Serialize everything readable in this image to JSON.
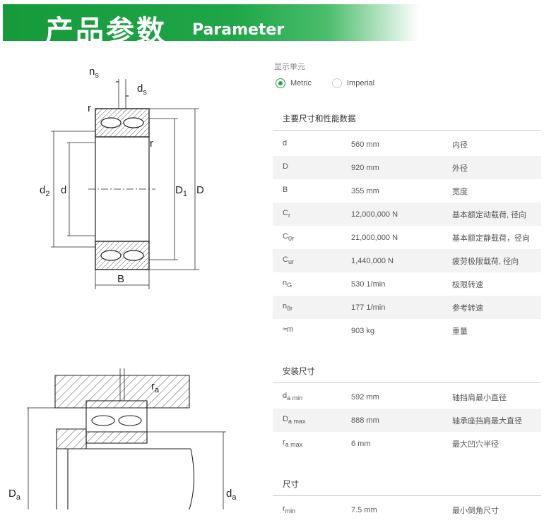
{
  "banner": {
    "title": "产品参数",
    "subtitle": "Parameter"
  },
  "drawing_top_labels": {
    "ns": "n",
    "ns_sub": "s",
    "ds": "d",
    "ds_sub": "s",
    "r1": "r",
    "r2": "r",
    "d2": "d",
    "d2_sub": "2",
    "d": "d",
    "D1": "D",
    "D1_sub": "1",
    "D": "D",
    "B": "B"
  },
  "drawing_bottom_labels": {
    "ra": "r",
    "ra_sub": "a",
    "Da": "D",
    "Da_sub": "a",
    "da": "d",
    "da_sub": "a"
  },
  "units": {
    "label": "显示单元",
    "options": [
      {
        "label": "Metric",
        "selected": true
      },
      {
        "label": "Imperial",
        "selected": false
      }
    ]
  },
  "sections": [
    {
      "title": "主要尺寸和性能数据",
      "rows": [
        {
          "sym": "d",
          "sub": "",
          "value": "560 mm",
          "desc": "内径"
        },
        {
          "sym": "D",
          "sub": "",
          "value": "920 mm",
          "desc": "外径"
        },
        {
          "sym": "B",
          "sub": "",
          "value": "355 mm",
          "desc": "宽度"
        },
        {
          "sym": "C",
          "sub": "r",
          "value": "12,000,000 N",
          "desc": "基本额定动载荷, 径向"
        },
        {
          "sym": "C",
          "sub": "0r",
          "value": "21,000,000 N",
          "desc": "基本额定静载荷，径向"
        },
        {
          "sym": "C",
          "sub": "ur",
          "value": "1,440,000 N",
          "desc": "疲劳极限载荷, 径向"
        },
        {
          "sym": "n",
          "sub": "G",
          "value": "530 1/min",
          "desc": "极限转速"
        },
        {
          "sym": "n",
          "sub": "ϑr",
          "value": "177 1/min",
          "desc": "参考转速"
        },
        {
          "sym": "≈m",
          "sub": "",
          "value": "903 kg",
          "desc": "重量"
        }
      ]
    },
    {
      "title": "安装尺寸",
      "rows": [
        {
          "sym": "d",
          "sub": "a min",
          "value": "592 mm",
          "desc": "轴挡肩最小直径"
        },
        {
          "sym": "D",
          "sub": "a max",
          "value": "888 mm",
          "desc": "轴承座挡肩最大直径"
        },
        {
          "sym": "r",
          "sub": "a max",
          "value": "6 mm",
          "desc": "最大凹穴半径"
        }
      ]
    },
    {
      "title": "尺寸",
      "rows": [
        {
          "sym": "r",
          "sub": "min",
          "value": "7.5 mm",
          "desc": "最小倒角尺寸"
        }
      ]
    }
  ]
}
